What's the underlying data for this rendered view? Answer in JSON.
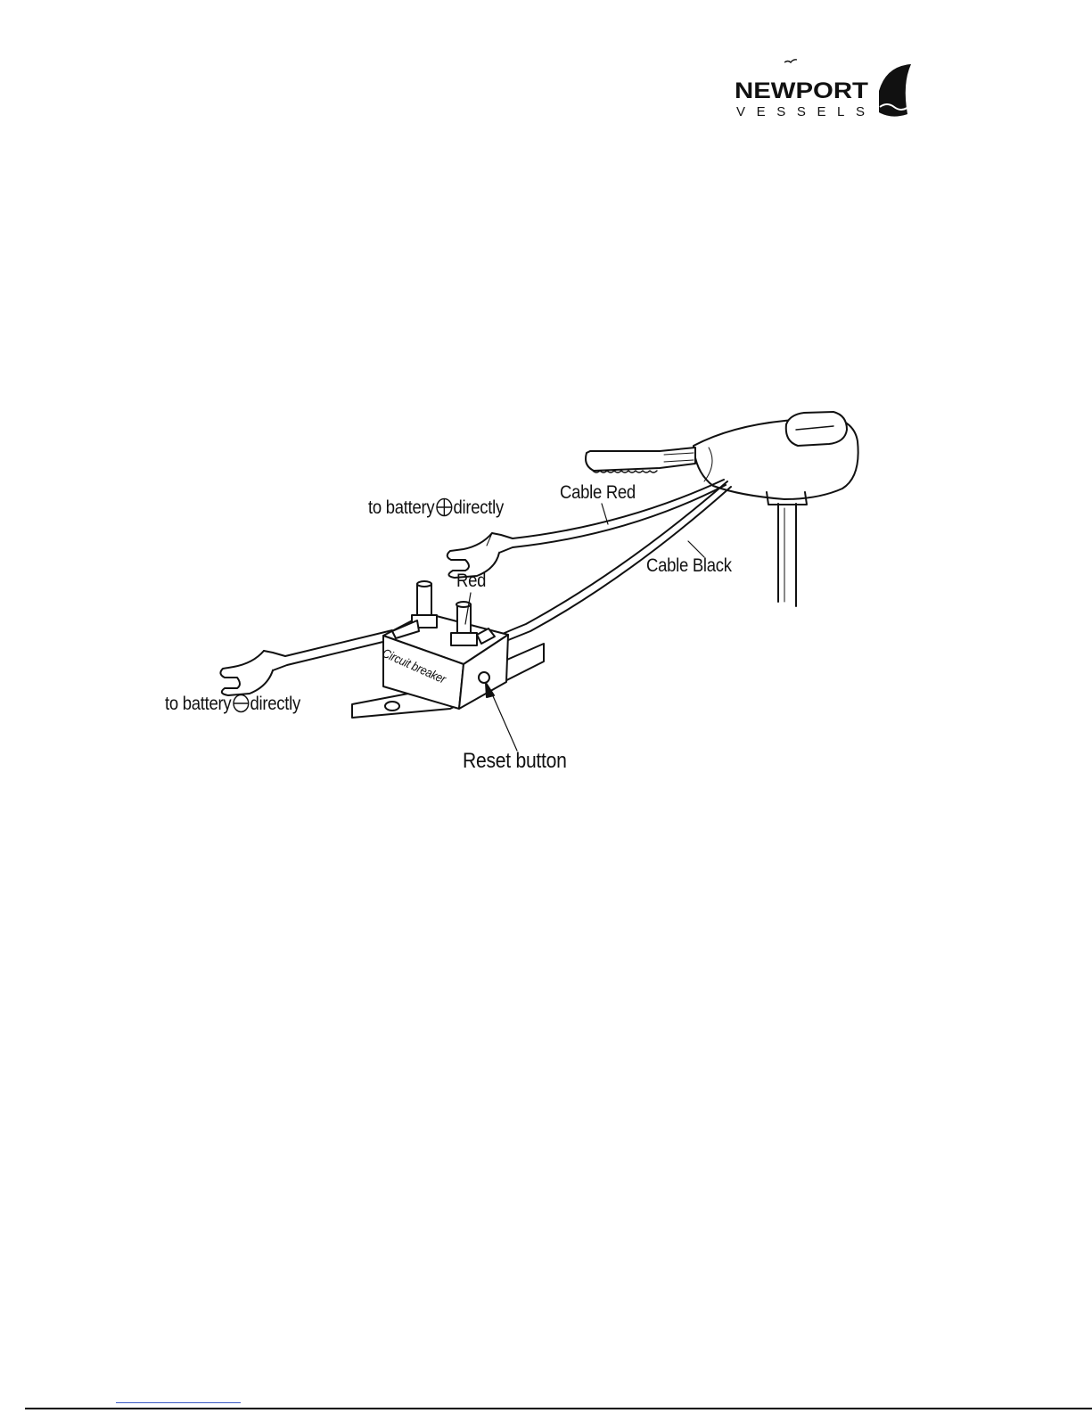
{
  "logo": {
    "brand_top": "NEWPORT",
    "brand_bottom": "VESSELS"
  },
  "diagram": {
    "labels": {
      "battery_positive": "to battery",
      "battery_positive_suffix": "directly",
      "battery_negative": "to battery",
      "battery_negative_suffix": "directly",
      "cable_red": "Cable  Red",
      "cable_black": "Cable  Black",
      "red": "Red",
      "circuit_breaker": "Circuit breaker",
      "reset_button": "Reset button"
    }
  },
  "colors": {
    "line": "#111111",
    "fill": "#ffffff",
    "logo": "#111111"
  }
}
